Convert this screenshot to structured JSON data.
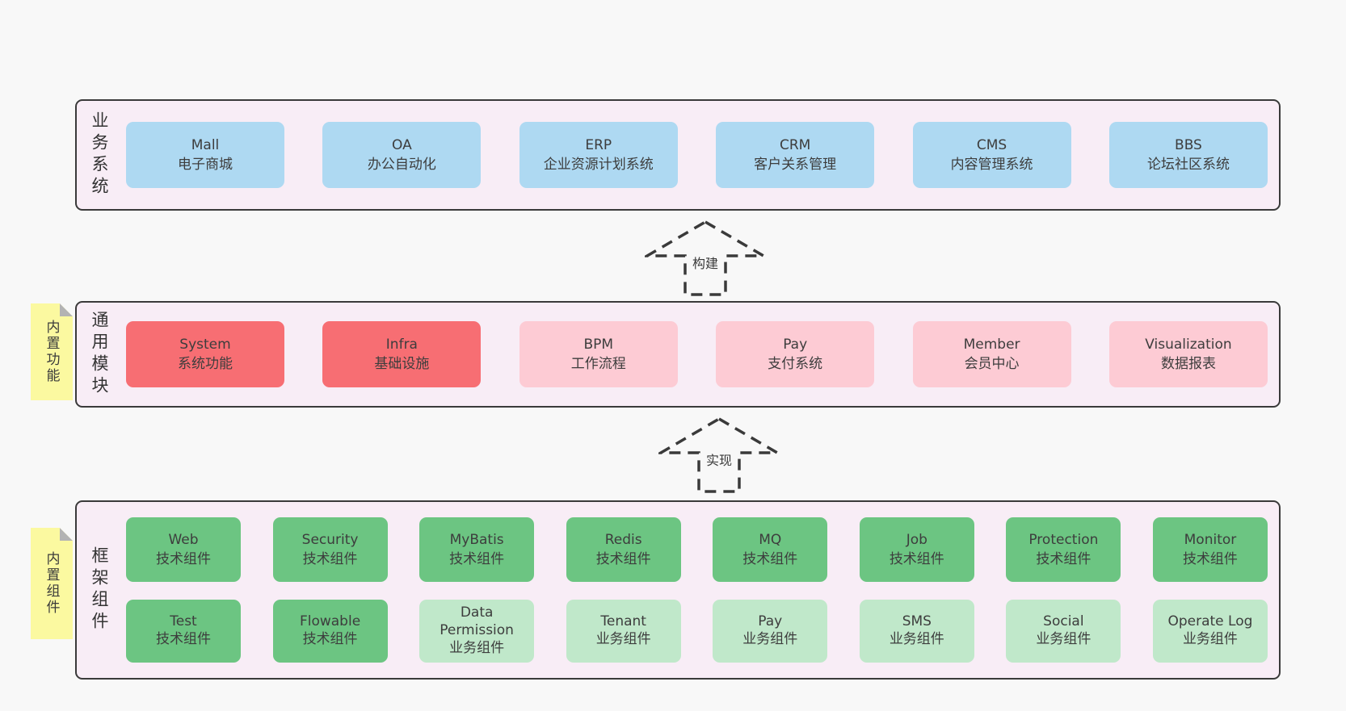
{
  "colors": {
    "page_bg": "#f8f8f8",
    "section_bg": "#f8edf6",
    "section_border": "#3a3a3a",
    "blue_box": "#aed9f2",
    "red_box": "#f76e73",
    "pink_box": "#fdcbd4",
    "green_box": "#6cc582",
    "green_light_box": "#c0e8ca",
    "note_bg": "#fbf9a0",
    "note_fold": "#b3b3b3",
    "text": "#3d3d3d"
  },
  "arrows": {
    "build": "构建",
    "implement": "实现"
  },
  "sections": {
    "business": {
      "label": "业务系统",
      "boxes": [
        {
          "name": "Mall",
          "desc": "电子商城",
          "variant": "blue"
        },
        {
          "name": "OA",
          "desc": "办公自动化",
          "variant": "blue"
        },
        {
          "name": "ERP",
          "desc": "企业资源计划系统",
          "variant": "blue"
        },
        {
          "name": "CRM",
          "desc": "客户关系管理",
          "variant": "blue"
        },
        {
          "name": "CMS",
          "desc": "内容管理系统",
          "variant": "blue"
        },
        {
          "name": "BBS",
          "desc": "论坛社区系统",
          "variant": "blue"
        }
      ]
    },
    "modules": {
      "label": "通用模块",
      "note": "内置功能",
      "boxes": [
        {
          "name": "System",
          "desc": "系统功能",
          "variant": "red"
        },
        {
          "name": "Infra",
          "desc": "基础设施",
          "variant": "red"
        },
        {
          "name": "BPM",
          "desc": "工作流程",
          "variant": "pink"
        },
        {
          "name": "Pay",
          "desc": "支付系统",
          "variant": "pink"
        },
        {
          "name": "Member",
          "desc": "会员中心",
          "variant": "pink"
        },
        {
          "name": "Visualization",
          "desc": "数据报表",
          "variant": "pink"
        }
      ]
    },
    "framework": {
      "label": "框架组件",
      "note": "内置组件",
      "rows": [
        [
          {
            "name": "Web",
            "desc": "技术组件",
            "variant": "green"
          },
          {
            "name": "Security",
            "desc": "技术组件",
            "variant": "green"
          },
          {
            "name": "MyBatis",
            "desc": "技术组件",
            "variant": "green"
          },
          {
            "name": "Redis",
            "desc": "技术组件",
            "variant": "green"
          },
          {
            "name": "MQ",
            "desc": "技术组件",
            "variant": "green"
          },
          {
            "name": "Job",
            "desc": "技术组件",
            "variant": "green"
          },
          {
            "name": "Protection",
            "desc": "技术组件",
            "variant": "green"
          },
          {
            "name": "Monitor",
            "desc": "技术组件",
            "variant": "green"
          }
        ],
        [
          {
            "name": "Test",
            "desc": "技术组件",
            "variant": "green"
          },
          {
            "name": "Flowable",
            "desc": "技术组件",
            "variant": "green"
          },
          {
            "name": "Data Permission",
            "desc": "业务组件",
            "variant": "green-light"
          },
          {
            "name": "Tenant",
            "desc": "业务组件",
            "variant": "green-light"
          },
          {
            "name": "Pay",
            "desc": "业务组件",
            "variant": "green-light"
          },
          {
            "name": "SMS",
            "desc": "业务组件",
            "variant": "green-light"
          },
          {
            "name": "Social",
            "desc": "业务组件",
            "variant": "green-light"
          },
          {
            "name": "Operate Log",
            "desc": "业务组件",
            "variant": "green-light"
          }
        ]
      ]
    }
  }
}
